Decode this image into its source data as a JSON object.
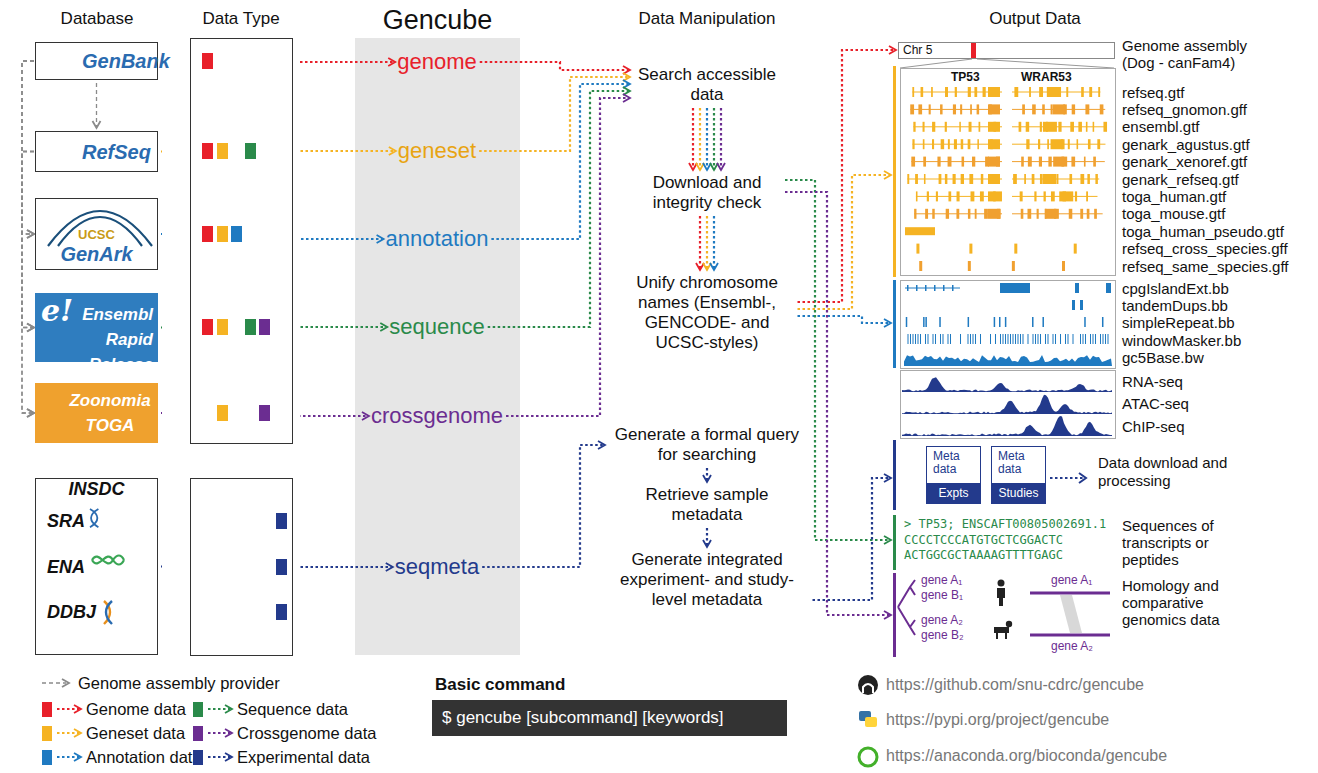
{
  "diagram": {
    "nodes": [
      {
        "text": [
          "GenBank"
        ]
      },
      {
        "text": [
          "RefSeq"
        ]
      },
      {
        "text": [
          "UCSC",
          "GenArk"
        ]
      },
      {
        "text": [
          "e!",
          "Ensembl Rapid Release"
        ]
      },
      {
        "text": [
          "Zoonomia TOGA"
        ]
      },
      {
        "text": [
          "INSDC",
          "SRA",
          "ENA",
          "DDBJ"
        ]
      },
      {
        "text": [
          "Gencube"
        ]
      },
      {
        "text": [
          "genome"
        ],
        "in": 6
      },
      {
        "text": [
          "geneset"
        ],
        "in": 6
      },
      {
        "text": [
          "annotation"
        ],
        "in": 6
      },
      {
        "text": [
          "sequence"
        ],
        "in": 6
      },
      {
        "text": [
          "crossgenome"
        ],
        "in": 6
      },
      {
        "text": [
          "seqmeta"
        ],
        "in": 6
      },
      {
        "text": [
          "Search accessible data"
        ]
      },
      {
        "text": [
          "Download and integrity check"
        ]
      },
      {
        "text": [
          "Unify chromosome names (Ensembl-, GENCODE- and UCSC-styles)"
        ]
      },
      {
        "text": [
          "Generate a formal query for searching"
        ]
      },
      {
        "text": [
          "Retrieve sample metadata"
        ]
      },
      {
        "text": [
          "Generate integrated experiment- and study-level metadata"
        ]
      },
      {
        "text": [
          "Chr 5",
          "Genome assembly (Dog - canFam4)"
        ]
      },
      {
        "text": [
          "TP53",
          "WRAR53",
          "refseq.gtf",
          "refseq_gnomon.gff",
          "ensembl.gtf",
          "genark_agustus.gtf",
          "genark_xenoref.gtf",
          "genark_refseq.gtf",
          "toga_human.gtf",
          "toga_mouse.gtf",
          "toga_human_pseudo.gtf",
          "refseq_cross_species.gff",
          "refseq_same_species.gff"
        ]
      },
      {
        "text": [
          "cpgIslandExt.bb",
          "tandemDups.bb",
          "simpleRepeat.bb",
          "windowMasker.bb",
          "gc5Base.bw"
        ]
      },
      {
        "text": [
          "RNA-seq",
          "ATAC-seq",
          "ChIP-seq"
        ]
      },
      {
        "text": [
          "Data download and processing"
        ]
      },
      {
        "text": [
          "Meta data",
          "Expts"
        ],
        "in": 23
      },
      {
        "text": [
          "Meta data",
          "Studies"
        ],
        "in": 23
      },
      {
        "text": [
          "> TP53; ENSCAFT00805002691.1",
          "CCCCTCCCATGTGCTCGGACTC ACTGGCGCTAAAAGTTTTGAGC",
          "Sequences of transcripts or peptides"
        ]
      },
      {
        "text": [
          "gene A₁",
          "gene B₁",
          "gene A₂",
          "gene B₂",
          "gene A₁",
          "gene A₂",
          "Homology and comparative genomics data"
        ]
      },
      {
        "text": [
          "Basic command",
          "$ gencube [subcommand] [keywords]"
        ]
      }
    ],
    "edges": [
      {
        "from": 0,
        "to": 1,
        "arrow": "to"
      },
      {
        "from": 0,
        "to": 2,
        "arrow": "to"
      },
      {
        "from": 0,
        "to": 3,
        "arrow": "to"
      },
      {
        "from": 0,
        "to": 4,
        "arrow": "to"
      },
      {
        "from": 1,
        "to": 2,
        "arrow": "to"
      },
      {
        "from": 1,
        "to": 3,
        "arrow": "to"
      },
      {
        "from": 1,
        "to": 4,
        "arrow": "to"
      },
      {
        "from": 0,
        "to": 7,
        "arrow": "to"
      },
      {
        "from": 1,
        "to": 8,
        "arrow": "to"
      },
      {
        "from": 2,
        "to": 9,
        "arrow": "to"
      },
      {
        "from": 3,
        "to": 10,
        "arrow": "to"
      },
      {
        "from": 4,
        "to": 11,
        "arrow": "to"
      },
      {
        "from": 5,
        "to": 12,
        "arrow": "to"
      },
      {
        "from": 7,
        "to": 13,
        "arrow": "to"
      },
      {
        "from": 8,
        "to": 13,
        "arrow": "to"
      },
      {
        "from": 9,
        "to": 13,
        "arrow": "to"
      },
      {
        "from": 10,
        "to": 13,
        "arrow": "to"
      },
      {
        "from": 11,
        "to": 13,
        "arrow": "to"
      },
      {
        "from": 13,
        "to": 14,
        "arrow": "to"
      },
      {
        "from": 14,
        "to": 15,
        "arrow": "to"
      },
      {
        "from": 12,
        "to": 16,
        "arrow": "to"
      },
      {
        "from": 16,
        "to": 17,
        "arrow": "to"
      },
      {
        "from": 17,
        "to": 18,
        "arrow": "to"
      },
      {
        "from": 15,
        "to": 19,
        "arrow": "to"
      },
      {
        "from": 15,
        "to": 20,
        "arrow": "to"
      },
      {
        "from": 15,
        "to": 21,
        "arrow": "to"
      },
      {
        "from": 14,
        "to": 26,
        "arrow": "to"
      },
      {
        "from": 14,
        "to": 27,
        "arrow": "to"
      },
      {
        "from": 18,
        "to": 23,
        "arrow": "to"
      }
    ],
    "labels": [
      "Database",
      "Data Type",
      "Data Manipulation",
      "Output Data",
      "https://github.com/snu-cdrc/gencube",
      "https://pypi.org/project/gencube",
      "https://anaconda.org/bioconda/gencube"
    ],
    "legend": [
      {
        "text": "Genome assembly provider"
      },
      {
        "text": "Genome data",
        "color": "#e8202a"
      },
      {
        "text": "Geneset data",
        "color": "#f5b323"
      },
      {
        "text": "Annotation data",
        "color": "#1f7ac1"
      },
      {
        "text": "Sequence data",
        "color": "#2a8a4a"
      },
      {
        "text": "Crossgenome data",
        "color": "#6b2d91"
      },
      {
        "text": "Experimental data",
        "color": "#233a8c"
      }
    ]
  }
}
